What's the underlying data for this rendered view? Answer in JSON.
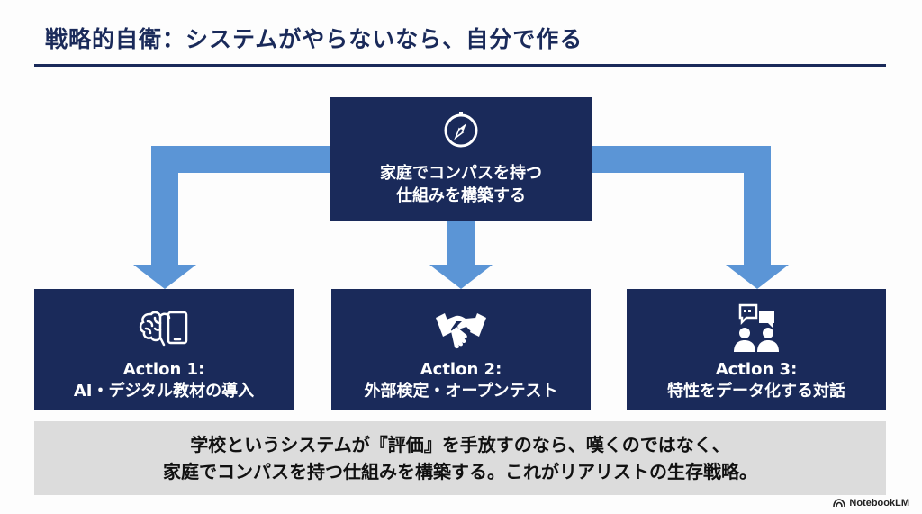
{
  "title": "戦略的自衛：システムがやらないなら、自分で作る",
  "center": {
    "icon": "compass-icon",
    "line1": "家庭でコンパスを持つ",
    "line2": "仕組みを構築する"
  },
  "actions": [
    {
      "icon": "brain-tablet-icon",
      "label": "Action 1:",
      "desc": "AI・デジタル教材の導入"
    },
    {
      "icon": "handshake-icon",
      "label": "Action 2:",
      "desc": "外部検定・オープンテスト"
    },
    {
      "icon": "people-chat-icon",
      "label": "Action 3:",
      "desc": "特性をデータ化する対話"
    }
  ],
  "summary": {
    "line1": "学校というシステムが『評価』を手放すのなら、嘆くのではなく、",
    "line2": "家庭でコンパスを持つ仕組みを構築する。これがリアリストの生存戦略。"
  },
  "brand": "NotebookLM",
  "colors": {
    "navy": "#1a2a5a",
    "arrow_blue": "#5b95d6",
    "summary_bg": "#dcdcdc"
  }
}
